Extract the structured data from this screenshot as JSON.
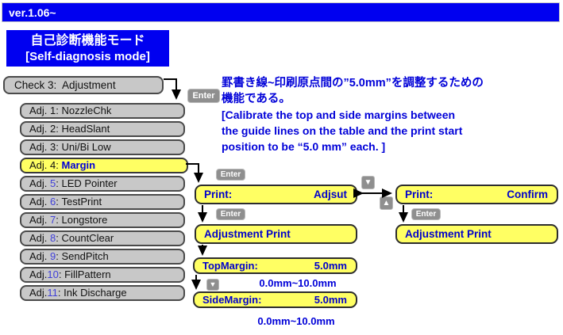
{
  "palette": {
    "bar_blue": "#0000f0",
    "text_blue": "#0000d8",
    "highlight_yellow": "#ffff63",
    "box_gray": "#c8c8c8",
    "badge_gray": "#8f8f8f"
  },
  "header": {
    "version": "ver.1.06~"
  },
  "title": {
    "jp": "自己診断機能モード",
    "en": "[Self-diagnosis mode]"
  },
  "check_box": {
    "label": "Check 3:  Adjustment"
  },
  "enter_label": "Enter",
  "menu": {
    "items": [
      {
        "prefix": "Adj.",
        "num": " 1",
        "sep": ": ",
        "label": "NozzleChk",
        "highlighted": false,
        "num_blue": false
      },
      {
        "prefix": "Adj.",
        "num": " 2",
        "sep": ": ",
        "label": "HeadSlant",
        "highlighted": false,
        "num_blue": false
      },
      {
        "prefix": "Adj.",
        "num": " 3",
        "sep": ": ",
        "label": "Uni/Bi Low",
        "highlighted": false,
        "num_blue": false
      },
      {
        "prefix": "Adj.",
        "num": " 4",
        "sep": ": ",
        "label": "Margin",
        "highlighted": true,
        "num_blue": false
      },
      {
        "prefix": "Adj.",
        "num": " 5",
        "sep": ": ",
        "label": "LED Pointer",
        "highlighted": false,
        "num_blue": true
      },
      {
        "prefix": "Adj.",
        "num": " 6",
        "sep": ": ",
        "label": "TestPrint",
        "highlighted": false,
        "num_blue": true
      },
      {
        "prefix": "Adj.",
        "num": " 7",
        "sep": ": ",
        "label": "Longstore",
        "highlighted": false,
        "num_blue": true
      },
      {
        "prefix": "Adj.",
        "num": " 8",
        "sep": ": ",
        "label": "CountClear",
        "highlighted": false,
        "num_blue": true
      },
      {
        "prefix": "Adj.",
        "num": " 9",
        "sep": ": ",
        "label": "SendPitch",
        "highlighted": false,
        "num_blue": true
      },
      {
        "prefix": "Adj.",
        "num": "10",
        "sep": ": ",
        "label": "FillPattern",
        "highlighted": false,
        "num_blue": true
      },
      {
        "prefix": "Adj.",
        "num": "11",
        "sep": ": ",
        "label": "Ink Discharge",
        "highlighted": false,
        "num_blue": true
      }
    ]
  },
  "description": {
    "jp_lines": [
      "罫書き線~印刷原点間の”5.0mm”を調整するための",
      "機能である。"
    ],
    "en_lines": [
      "[Calibrate the top and side margins between",
      "the guide lines on the table and the print start",
      "position to be “5.0 mm” each. ]"
    ]
  },
  "flow": {
    "print_adjust": {
      "label": "Print:",
      "value": "Adjsut"
    },
    "print_confirm": {
      "label": "Print:",
      "value": "Confirm"
    },
    "adjustment_print_left": "Adjustment Print",
    "adjustment_print_right": "Adjustment Print",
    "top_margin": {
      "label": "TopMargin:",
      "value": "5.0mm",
      "range": "0.0mm~10.0mm"
    },
    "side_margin": {
      "label": "SideMargin:",
      "value": "5.0mm",
      "range": "0.0mm~10.0mm"
    },
    "down_arrow_glyph": "▼",
    "up_arrow_glyph": "▲"
  }
}
